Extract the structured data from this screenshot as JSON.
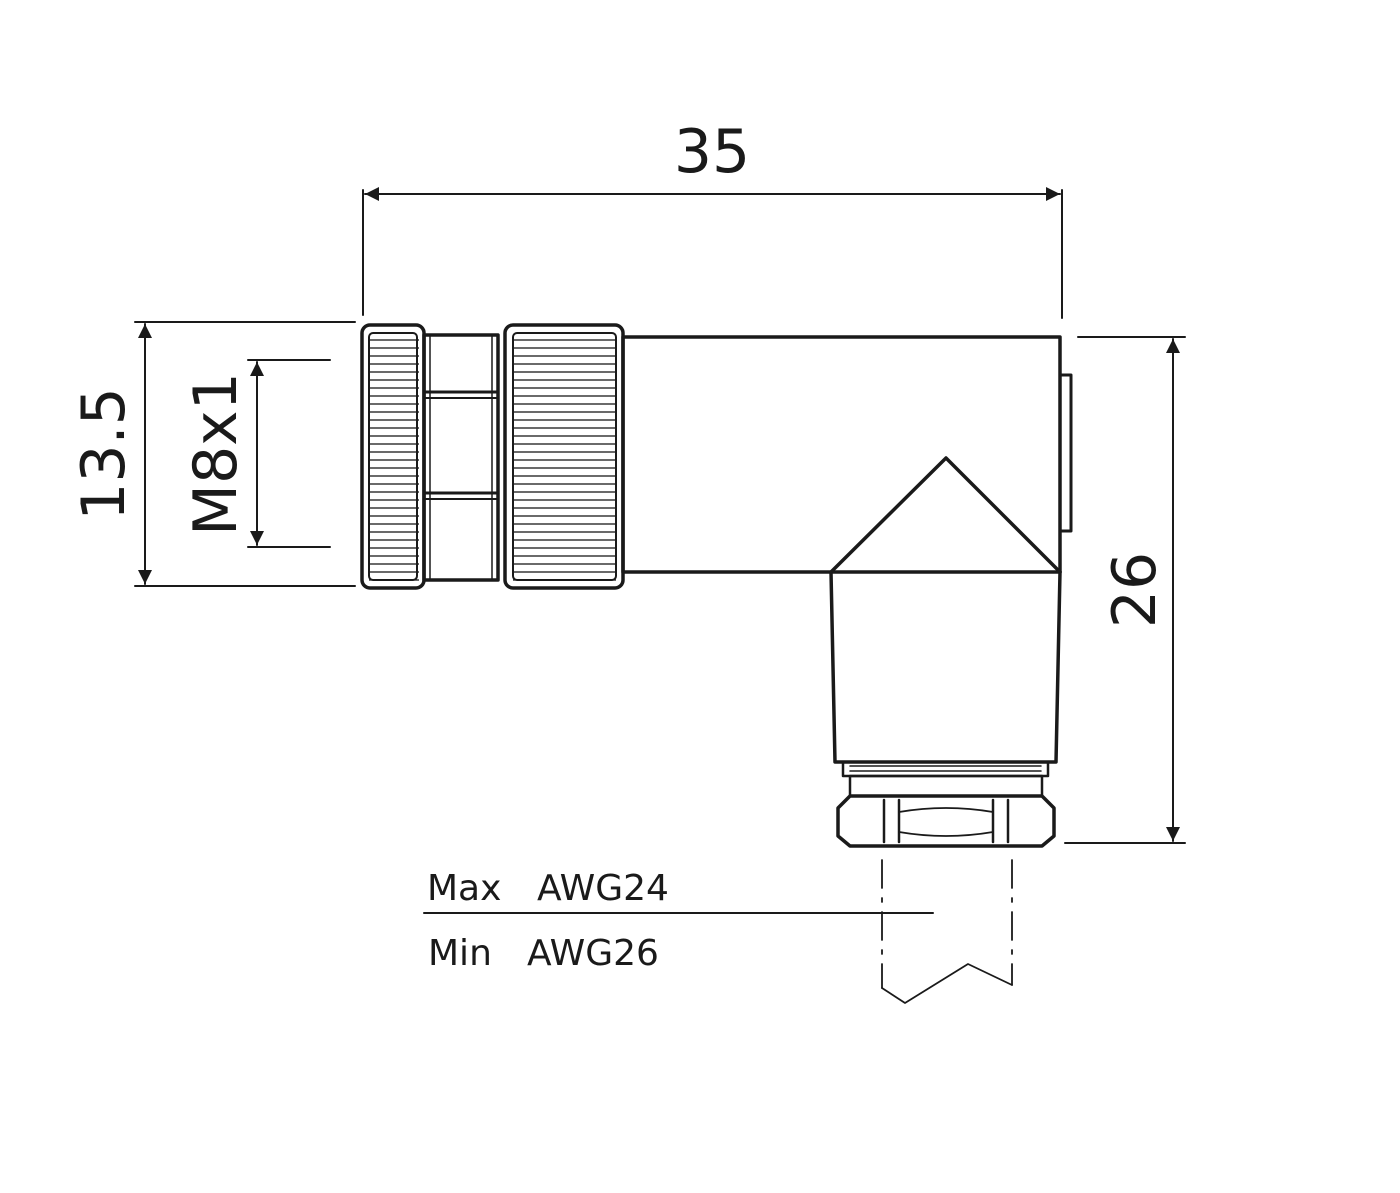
{
  "dimensions": {
    "overall_length": "35",
    "overall_diameter": "13.5",
    "thread": "M8x1",
    "overall_height": "26"
  },
  "wire_gauge": {
    "max_label": "Max",
    "max_value": "AWG24",
    "min_label": "Min",
    "min_value": "AWG26"
  },
  "colors": {
    "line": "#1a1a1a",
    "background": "#ffffff"
  }
}
